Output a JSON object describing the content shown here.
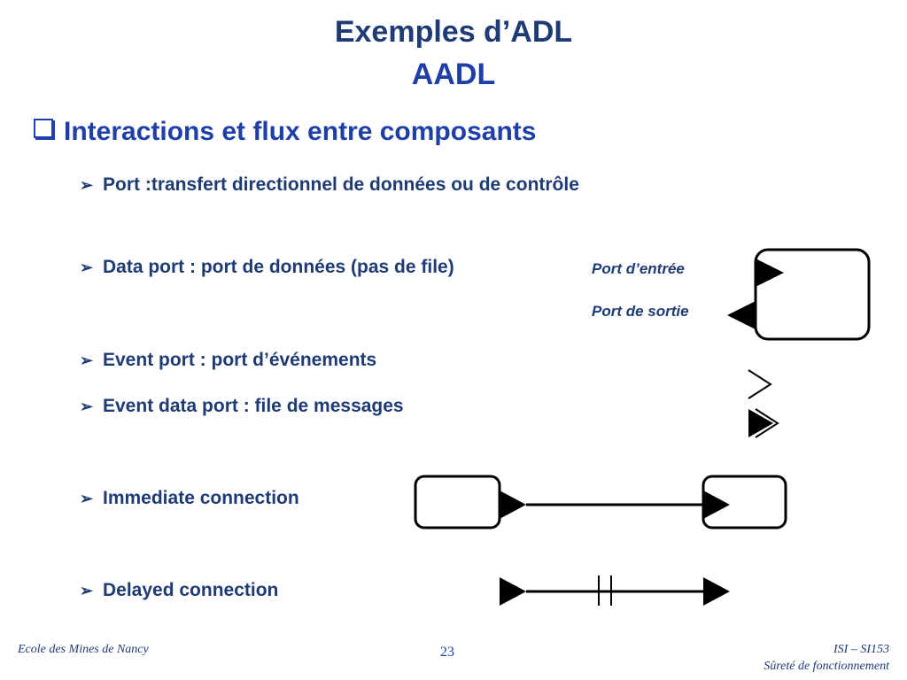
{
  "slide": {
    "title_line1": "Exemples d’ADL",
    "title_line2": "AADL",
    "heading": "Interactions et flux entre composants",
    "bullets": [
      "Port :transfert directionnel de données ou de contrôle",
      "Data port : port de données (pas de file)",
      "Event port : port d’événements",
      "Event data port : file de messages",
      "Immediate connection",
      "Delayed connection"
    ],
    "bullet_symbol": "➢",
    "port_labels": {
      "input": "Port d’entrée",
      "output": "Port de sortie"
    }
  },
  "footer": {
    "left": "Ecole des Mines de Nancy",
    "page": "23",
    "right_line1": "ISI – SI153",
    "right_line2": "Sûreté de fonctionnement"
  }
}
